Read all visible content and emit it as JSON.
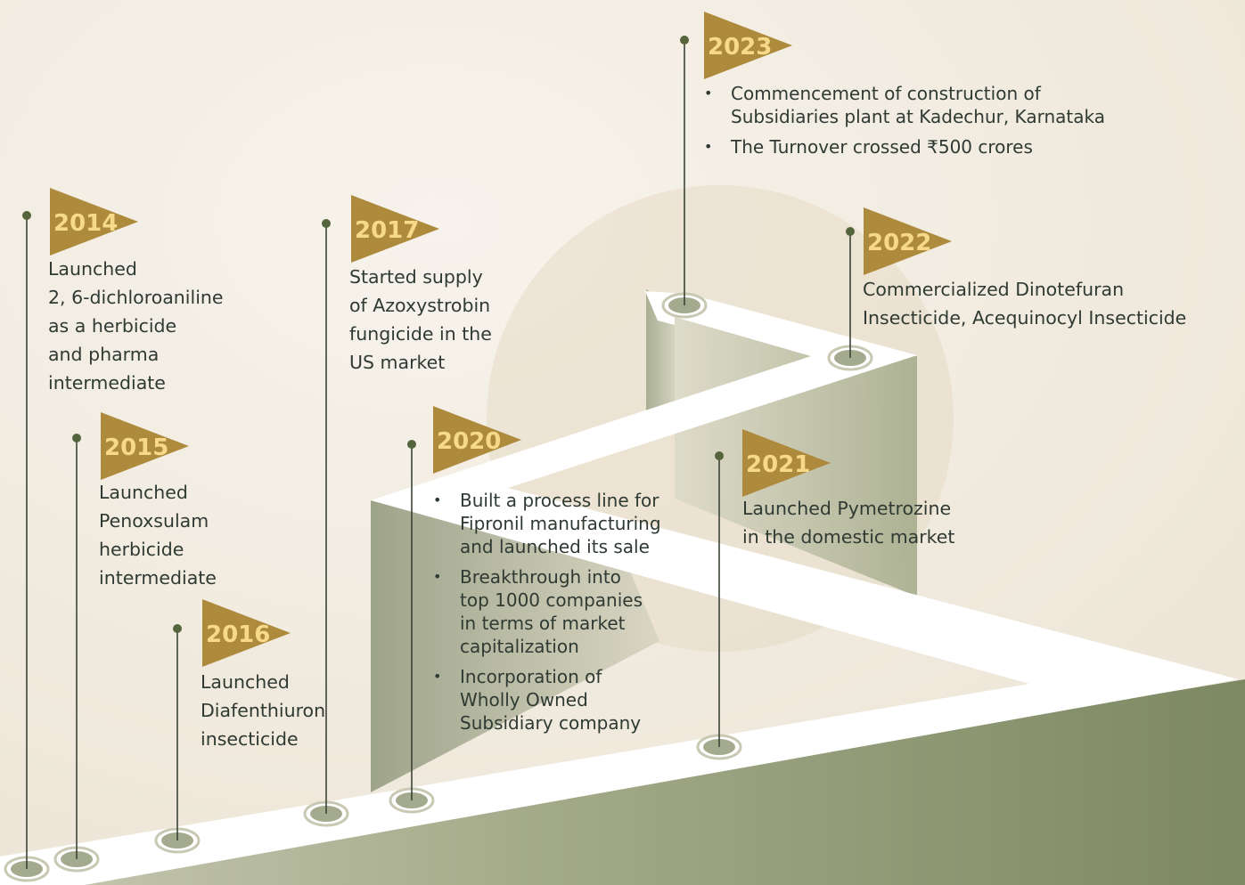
{
  "colors": {
    "background": "#f3ede2",
    "flag": "#ae8a3c",
    "year_text": "#f7d98a",
    "pin": "#54643c",
    "road": "#ffffff",
    "wall": "#8b986f"
  },
  "milestones": [
    {
      "year": "2014",
      "lines": [
        "Launched",
        "2, 6-dichloroaniline",
        "as a herbicide",
        "and pharma",
        "intermediate"
      ]
    },
    {
      "year": "2015",
      "lines": [
        "Launched",
        "Penoxsulam",
        "herbicide",
        "intermediate"
      ]
    },
    {
      "year": "2016",
      "lines": [
        "Launched",
        "Diafenthiuron",
        "insecticide"
      ]
    },
    {
      "year": "2017",
      "lines": [
        "Started supply",
        "of Azoxystrobin",
        "fungicide in the",
        "US market"
      ]
    },
    {
      "year": "2020",
      "bullets": [
        [
          "Built a process line for",
          "Fipronil manufacturing",
          "and launched its sale"
        ],
        [
          "Breakthrough into",
          "top 1000 companies",
          "in terms of market",
          "capitalization"
        ],
        [
          "Incorporation of",
          "Wholly Owned",
          "Subsidiary company"
        ]
      ]
    },
    {
      "year": "2021",
      "lines": [
        "Launched Pymetrozine",
        "in the domestic market"
      ]
    },
    {
      "year": "2022",
      "lines": [
        "Commercialized Dinotefuran",
        "Insecticide, Acequinocyl Insecticide"
      ]
    },
    {
      "year": "2023",
      "bullets": [
        [
          "Commencement of  construction of",
          "Subsidiaries plant at Kadechur, Karnataka"
        ],
        [
          "The Turnover crossed ₹500 crores"
        ]
      ]
    }
  ]
}
